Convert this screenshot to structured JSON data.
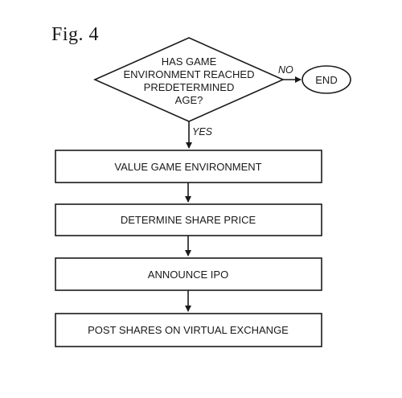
{
  "figure": {
    "label": "Fig. 4"
  },
  "decision": {
    "lines": [
      "HAS GAME",
      "ENVIRONMENT REACHED",
      "PREDETERMINED",
      "AGE?"
    ],
    "no_label": "NO",
    "yes_label": "YES"
  },
  "terminal": {
    "label": "END"
  },
  "steps": [
    {
      "label": "VALUE GAME ENVIRONMENT"
    },
    {
      "label": "DETERMINE SHARE PRICE"
    },
    {
      "label": "ANNOUNCE IPO"
    },
    {
      "label": "POST SHARES ON VIRTUAL EXCHANGE"
    }
  ]
}
